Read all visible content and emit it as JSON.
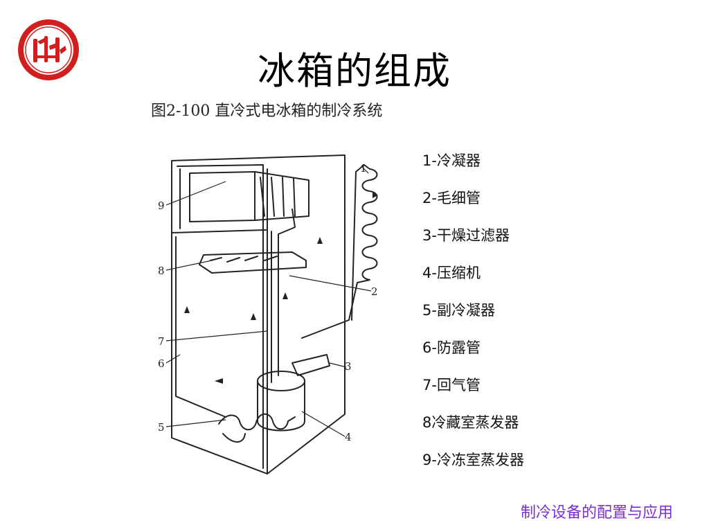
{
  "slide": {
    "title": "冰箱的组成",
    "figure_caption": "图2-100  直冷式电冰箱的制冷系统",
    "footer": "制冷设备的配置与应用"
  },
  "legend": [
    "1-冷凝器",
    "2-毛细管",
    "3-干燥过滤器",
    "4-压缩机",
    "5-副冷凝器",
    "6-防露管",
    "7-回气管",
    "8冷藏室蒸发器",
    "9-冷冻室蒸发器"
  ],
  "callouts": [
    "1",
    "2",
    "3",
    "4",
    "5",
    "6",
    "7",
    "8",
    "9"
  ],
  "colors": {
    "footer": "#7b2fd2",
    "logo": "#d11f1f"
  }
}
